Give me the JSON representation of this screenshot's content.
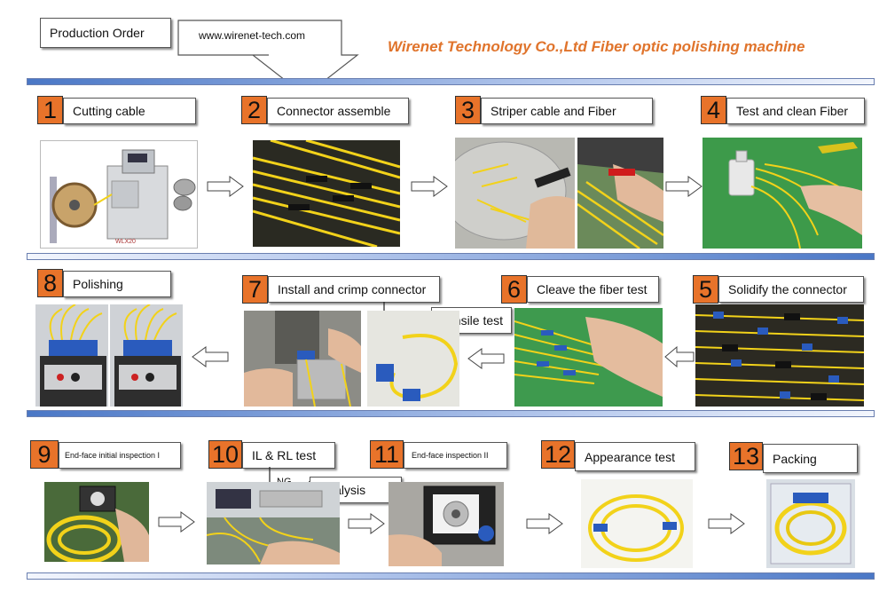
{
  "header": {
    "production_order": "Production Order",
    "website": "www.wirenet-tech.com",
    "title": "Wirenet Technology Co.,Ltd Fiber optic polishing machine"
  },
  "steps": [
    {
      "num": "1",
      "label": "Cutting cable"
    },
    {
      "num": "2",
      "label": "Connector assemble"
    },
    {
      "num": "3",
      "label": "Striper cable and Fiber"
    },
    {
      "num": "4",
      "label": "Test and clean Fiber"
    },
    {
      "num": "5",
      "label": "Solidify the connector"
    },
    {
      "num": "6",
      "label": "Cleave the fiber test"
    },
    {
      "num": "7",
      "label": "Install and crimp connector"
    },
    {
      "num": "8",
      "label": "Polishing"
    },
    {
      "num": "9",
      "label": "End-face initial inspection I"
    },
    {
      "num": "10",
      "label": "IL & RL test"
    },
    {
      "num": "11",
      "label": "End-face inspection II"
    },
    {
      "num": "12",
      "label": "Appearance test"
    },
    {
      "num": "13",
      "label": "Packing"
    }
  ],
  "callouts": {
    "tensile_test": "Tensile test",
    "analysis": "Analysis",
    "ng": "NG"
  },
  "photo_caption": "WLX20",
  "colors": {
    "accent_orange": "#e8732a",
    "title_orange": "#e0742c",
    "fiber_yellow": "#f2d21a",
    "bar_blue": "#4a77c6"
  }
}
